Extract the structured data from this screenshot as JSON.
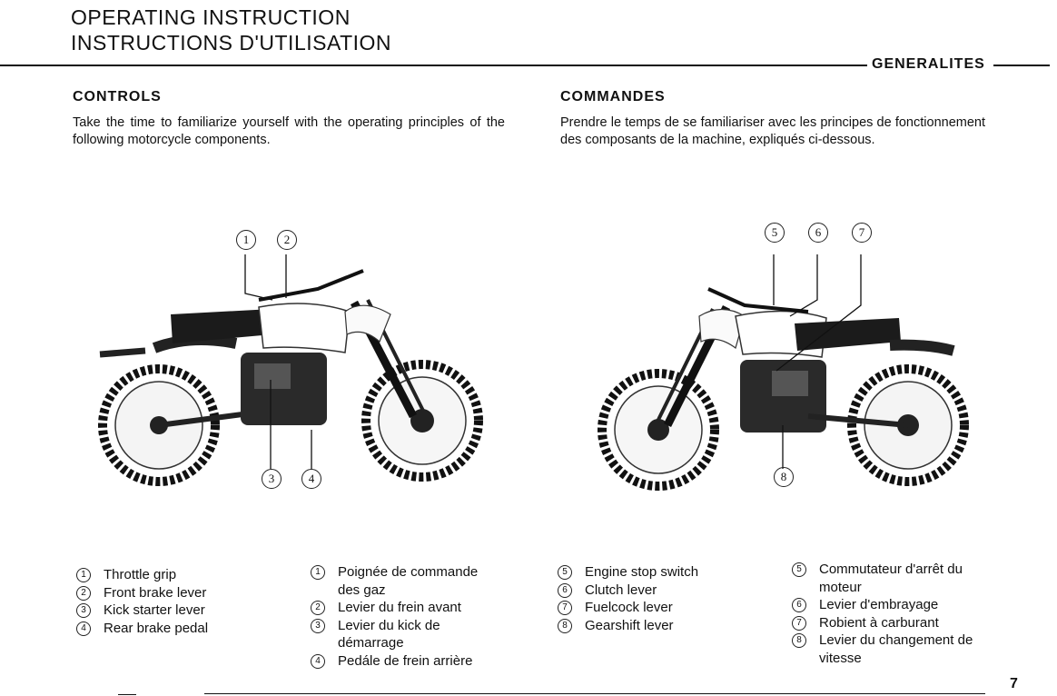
{
  "header": {
    "title_en": "OPERATING INSTRUCTION",
    "title_fr": "INSTRUCTIONS D'UTILISATION",
    "section": "GENERALITES"
  },
  "english": {
    "heading": "CONTROLS",
    "intro": "Take the time to familiarize yourself with the operating principles of the following motorcycle components."
  },
  "french": {
    "heading": "COMMANDES",
    "intro": "Prendre le temps de se familiariser avec les principes de fonctionnement des composants de la machine, expliqués ci-dessous."
  },
  "left_image": {
    "description_icon": "motorcycle-left-side-icon",
    "callouts": [
      "1",
      "2",
      "3",
      "4"
    ]
  },
  "right_image": {
    "description_icon": "motorcycle-right-side-icon",
    "callouts": [
      "5",
      "6",
      "7",
      "8"
    ]
  },
  "parts_left_en": [
    {
      "num": "1",
      "label": "Throttle grip"
    },
    {
      "num": "2",
      "label": "Front brake lever"
    },
    {
      "num": "3",
      "label": "Kick starter lever"
    },
    {
      "num": "4",
      "label": "Rear brake pedal"
    }
  ],
  "parts_left_fr": [
    {
      "num": "1",
      "label": "Poignée de commande des gaz"
    },
    {
      "num": "2",
      "label": "Levier du frein avant"
    },
    {
      "num": "3",
      "label": "Levier du kick de démarrage"
    },
    {
      "num": "4",
      "label": "Pedále de frein arrière"
    }
  ],
  "parts_right_en": [
    {
      "num": "5",
      "label": "Engine stop switch"
    },
    {
      "num": "6",
      "label": "Clutch lever"
    },
    {
      "num": "7",
      "label": "Fuelcock lever"
    },
    {
      "num": "8",
      "label": "Gearshift lever"
    }
  ],
  "parts_right_fr": [
    {
      "num": "5",
      "label": "Commutateur d'arrêt du moteur"
    },
    {
      "num": "6",
      "label": "Levier d'embrayage"
    },
    {
      "num": "7",
      "label": "Robient à carburant"
    },
    {
      "num": "8",
      "label": "Levier du changement de vitesse"
    }
  ],
  "page_number": "7"
}
